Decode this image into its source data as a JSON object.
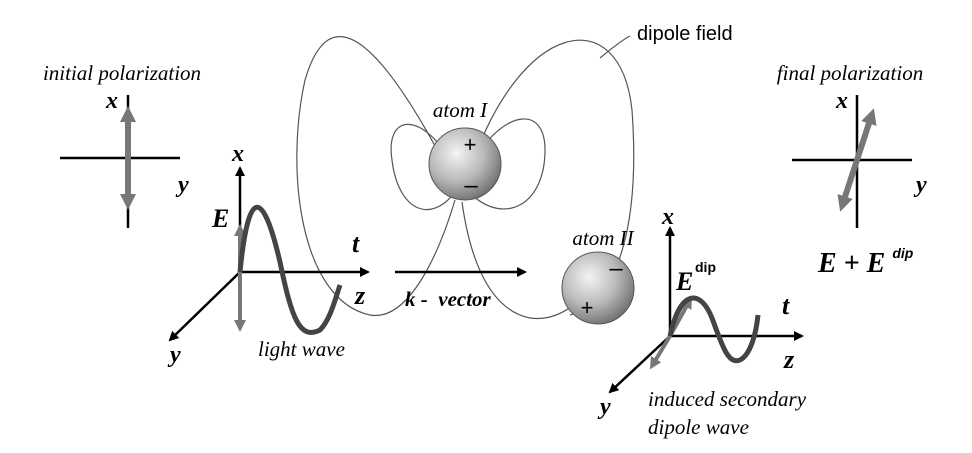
{
  "labels": {
    "initial_polarization": "initial polarization",
    "final_polarization": "final polarization",
    "dipole_field": "dipole field",
    "atom_1": "atom I",
    "atom_2": "atom II",
    "light_wave": "light wave",
    "k_vector": "k -  vector",
    "induced_line1": "induced secondary",
    "induced_line2": "dipole wave",
    "final_formula_e": "E + E",
    "final_formula_sup": "dip"
  },
  "axes": {
    "x": "x",
    "y": "y",
    "z": "z",
    "t": "t",
    "e": "E",
    "e_dip": "E",
    "e_dip_sup": "dip"
  },
  "charges": {
    "plus": "+",
    "minus": "–"
  },
  "colors": {
    "line": "#000000",
    "thin_line": "#555555",
    "wave": "#444444",
    "polarization_arrow": "#777777",
    "sphere_light": "#f2f2f2",
    "sphere_dark": "#7a7a7a"
  }
}
